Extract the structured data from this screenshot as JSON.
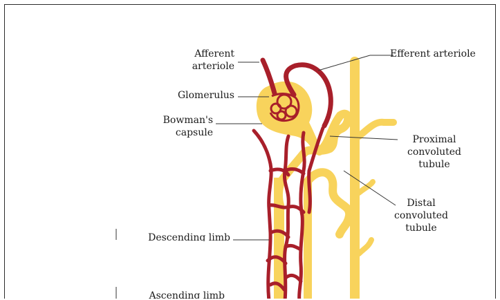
{
  "colors": {
    "vessel": "#a81f2a",
    "tubule": "#f8d35c",
    "line": "#333333",
    "border": "#2b2b2b",
    "background": "#ffffff"
  },
  "labels": {
    "afferent": [
      "Afferent",
      "arteriole"
    ],
    "glomerulus": "Glomerulus",
    "bowman": [
      "Bowman's",
      "capsule"
    ],
    "descending": "Descending limb",
    "ascending": "Ascending limb",
    "efferent": "Efferent arteriole",
    "proximal": [
      "Proximal",
      "convoluted",
      "tubule"
    ],
    "distal": [
      "Distal",
      "convoluted",
      "tubule"
    ]
  }
}
